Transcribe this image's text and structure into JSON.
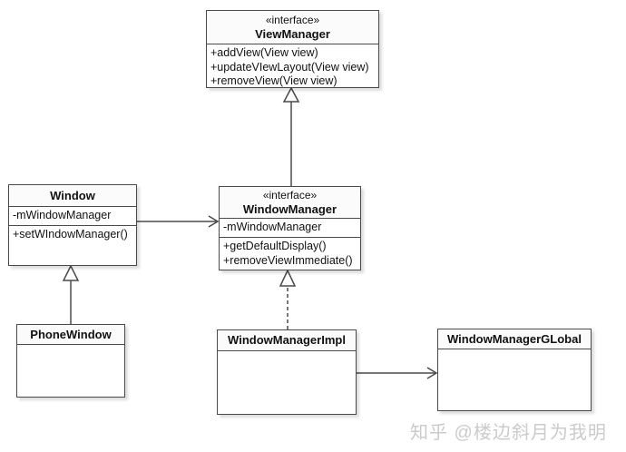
{
  "classes": {
    "viewManager": {
      "stereotype": "«interface»",
      "name": "ViewManager",
      "methods": [
        "+addView(View view)",
        "+updateVIewLayout(View view)",
        "+removeView(View view)"
      ]
    },
    "window": {
      "name": "Window",
      "attributes": [
        "-mWindowManager"
      ],
      "methods": [
        "+setWIndowManager()"
      ]
    },
    "windowManager": {
      "stereotype": "«interface»",
      "name": "WindowManager",
      "attributes": [
        "-mWindowManager"
      ],
      "methods": [
        "+getDefaultDisplay()",
        "+removeViewImmediate()"
      ]
    },
    "phoneWindow": {
      "name": "PhoneWindow"
    },
    "windowManagerImpl": {
      "name": "WindowManagerImpl"
    },
    "windowManagerGlobal": {
      "name": "WindowManagerGLobal"
    }
  },
  "relations": [
    {
      "type": "generalization",
      "from": "WindowManager",
      "to": "ViewManager",
      "line": "solid"
    },
    {
      "type": "association",
      "from": "Window",
      "to": "WindowManager",
      "line": "solid"
    },
    {
      "type": "generalization",
      "from": "PhoneWindow",
      "to": "Window",
      "line": "solid"
    },
    {
      "type": "realization",
      "from": "WindowManagerImpl",
      "to": "WindowManager",
      "line": "dashed"
    },
    {
      "type": "association",
      "from": "WindowManagerImpl",
      "to": "WindowManagerGLobal",
      "line": "solid"
    }
  ],
  "colors": {
    "border": "#4a4a4a",
    "line": "#4a4a4a",
    "background": "#ffffff",
    "watermark": "#cbcbcb"
  },
  "watermark": {
    "text": "知乎 @楼边斜月为我明"
  }
}
